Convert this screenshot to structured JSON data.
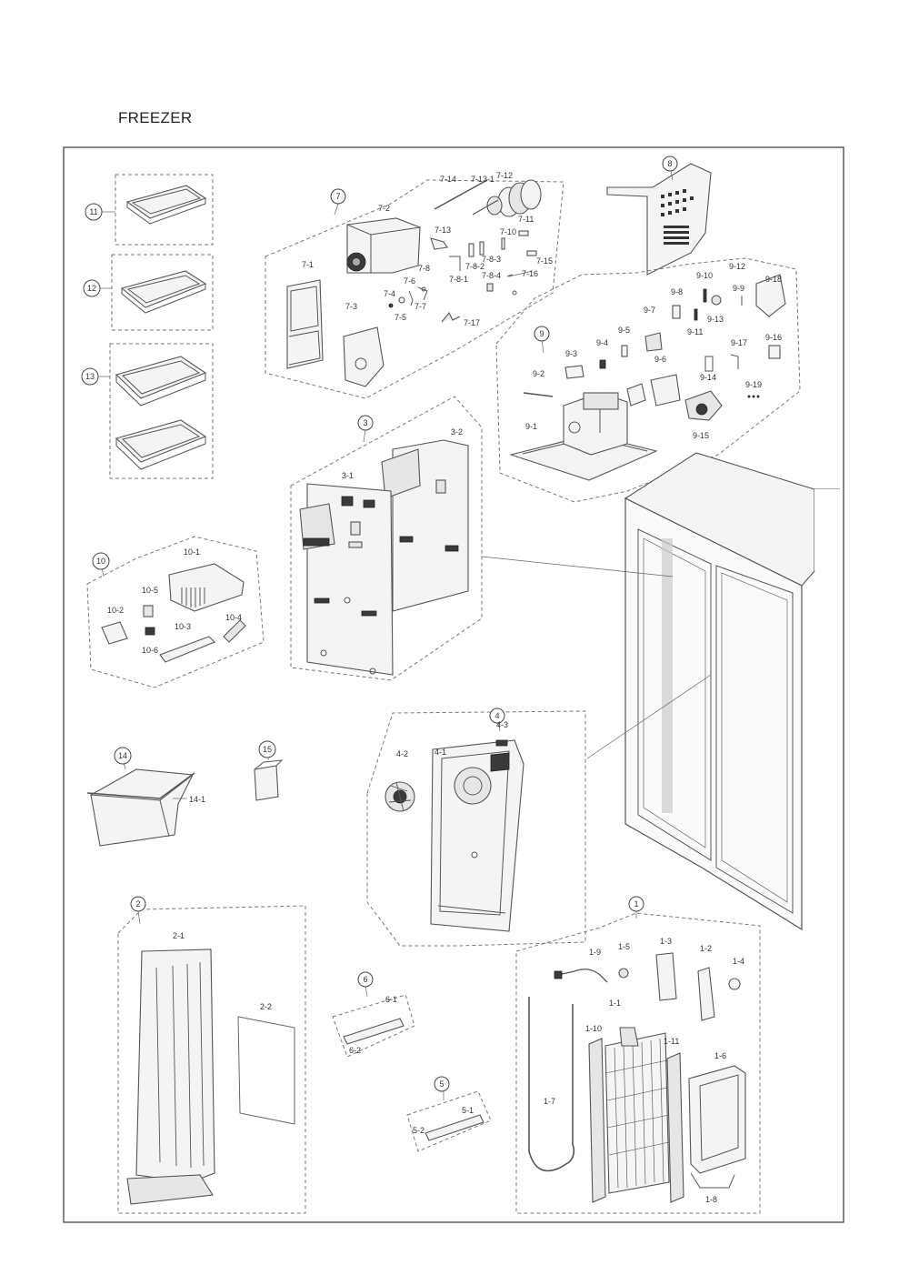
{
  "title": "FREEZER",
  "groups": [
    {
      "id": "1",
      "parts": [
        "1-1",
        "1-2",
        "1-3",
        "1-4",
        "1-5",
        "1-6",
        "1-7",
        "1-8",
        "1-9",
        "1-10",
        "1-11"
      ]
    },
    {
      "id": "2",
      "parts": [
        "2-1",
        "2-2"
      ]
    },
    {
      "id": "3",
      "parts": [
        "3-1",
        "3-2"
      ]
    },
    {
      "id": "4",
      "parts": [
        "4-1",
        "4-2",
        "4-3"
      ]
    },
    {
      "id": "5",
      "parts": [
        "5-1",
        "5-2"
      ]
    },
    {
      "id": "6",
      "parts": [
        "6-1",
        "6-2"
      ]
    },
    {
      "id": "7",
      "parts": [
        "7-1",
        "7-2",
        "7-3",
        "7-4",
        "7-5",
        "7-6",
        "7-7",
        "7-8",
        "7-10",
        "7-11",
        "7-12",
        "7-13",
        "7-14",
        "7-15",
        "7-16",
        "7-17",
        "7-8-1",
        "7-8-2",
        "7-8-3",
        "7-8-4",
        "7-13-1"
      ]
    },
    {
      "id": "8",
      "parts": []
    },
    {
      "id": "9",
      "parts": [
        "9-1",
        "9-2",
        "9-3",
        "9-4",
        "9-5",
        "9-6",
        "9-7",
        "9-8",
        "9-9",
        "9-10",
        "9-11",
        "9-12",
        "9-13",
        "9-14",
        "9-15",
        "9-16",
        "9-17",
        "9-18",
        "9-19"
      ]
    },
    {
      "id": "10",
      "parts": [
        "10-1",
        "10-2",
        "10-3",
        "10-4",
        "10-5",
        "10-6"
      ]
    },
    {
      "id": "11",
      "parts": []
    },
    {
      "id": "12",
      "parts": []
    },
    {
      "id": "13",
      "parts": []
    },
    {
      "id": "14",
      "parts": [
        "14-1"
      ]
    },
    {
      "id": "15",
      "parts": []
    }
  ]
}
